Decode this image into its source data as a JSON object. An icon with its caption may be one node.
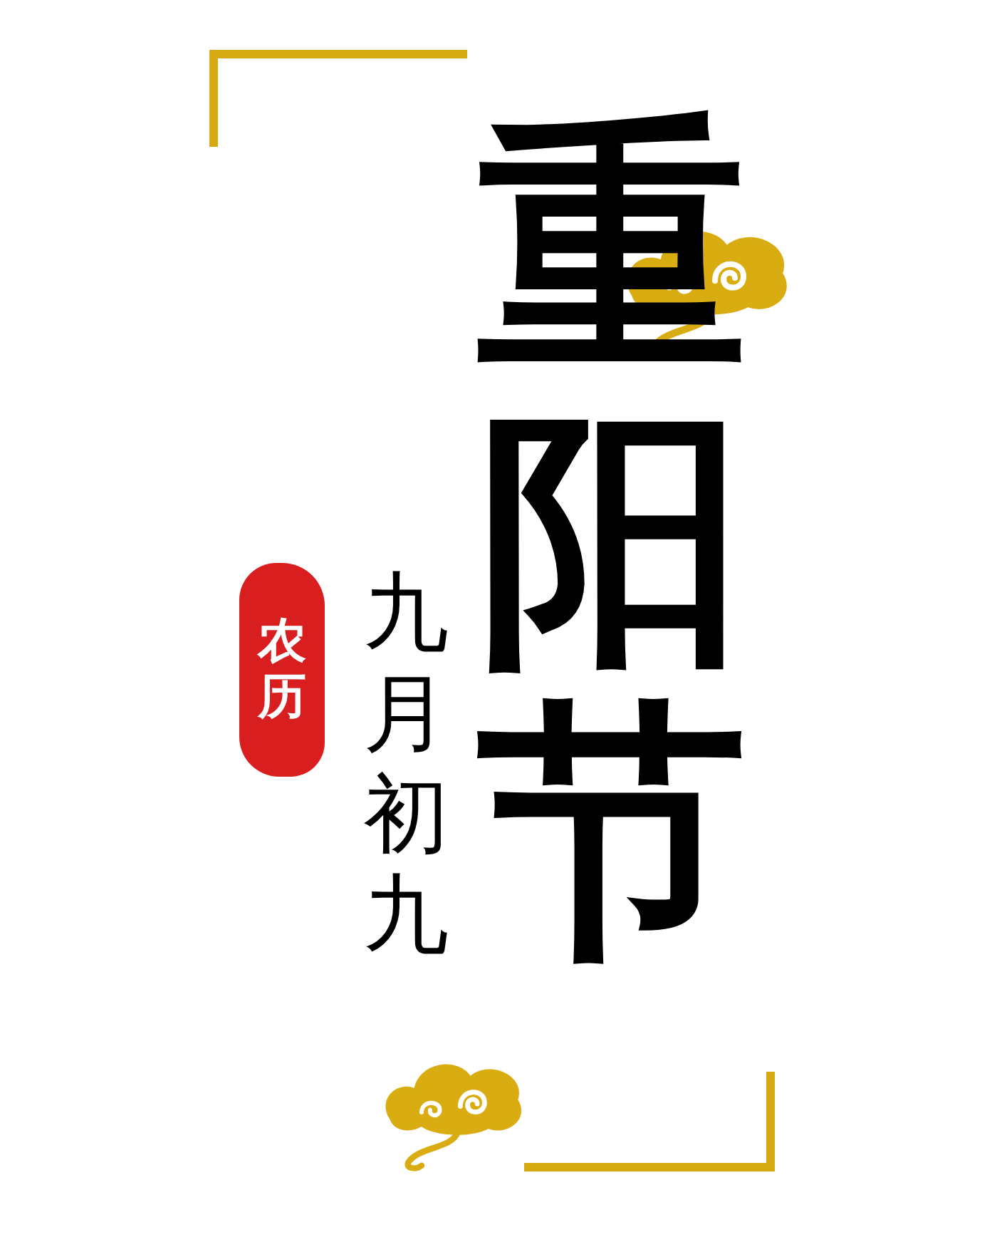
{
  "diagram": {
    "title": "重阳节",
    "nodes": [
      {
        "text": [
          "农历"
        ]
      }
    ],
    "labels": [
      "九月初九"
    ]
  }
}
